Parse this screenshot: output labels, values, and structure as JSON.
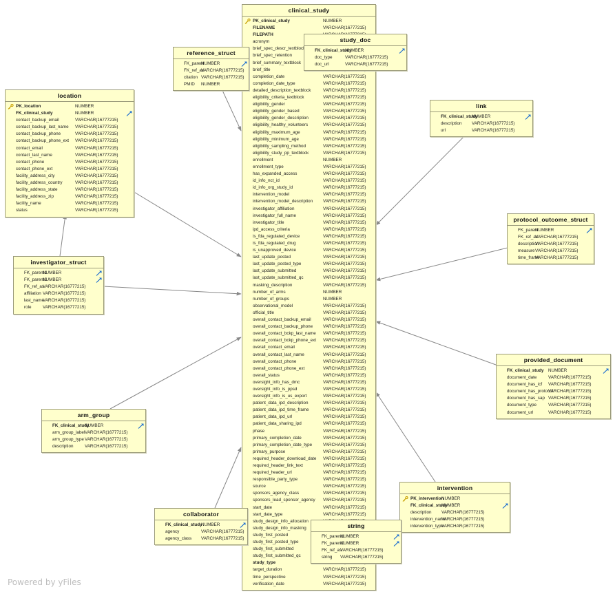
{
  "watermark": "Powered by yFiles",
  "colors": {
    "table_fill": "#ffffcc",
    "table_border": "#9a9a7a",
    "edge": "#888888",
    "link_icon": "#1f6fd0",
    "key_icon": "#c8a000"
  },
  "tables": {
    "clinical_study": {
      "title": "clinical_study",
      "rows": [
        {
          "name": "PK_clinical_study",
          "type": "NUMBER",
          "pk": true
        },
        {
          "name": "FILENAME",
          "type": "VARCHAR(16777215)",
          "bold": true
        },
        {
          "name": "FILEPATH",
          "type": "VARCHAR(16777215)",
          "bold": true
        },
        {
          "name": "acronym",
          "type": "VARCHAR(16777215)"
        },
        {
          "name": "brief_spec_descr_textblock",
          "type": "VARCHAR(16777215)"
        },
        {
          "name": "brief_spec_retention",
          "type": "VARCHAR(16777215)"
        },
        {
          "name": "brief_summary_textblock",
          "type": "VARCHAR(16777215)"
        },
        {
          "name": "brief_title",
          "type": "VARCHAR(16777215)"
        },
        {
          "name": "completion_date",
          "type": "VARCHAR(16777215)"
        },
        {
          "name": "completion_date_type",
          "type": "VARCHAR(16777215)"
        },
        {
          "name": "detailed_description_textblock",
          "type": "VARCHAR(16777215)"
        },
        {
          "name": "eligibility_criteria_textblock",
          "type": "VARCHAR(16777215)"
        },
        {
          "name": "eligibility_gender",
          "type": "VARCHAR(16777215)"
        },
        {
          "name": "eligibility_gender_based",
          "type": "VARCHAR(16777215)"
        },
        {
          "name": "eligibility_gender_description",
          "type": "VARCHAR(16777215)"
        },
        {
          "name": "eligibility_healthy_volunteers",
          "type": "VARCHAR(16777215)"
        },
        {
          "name": "eligibility_maximum_age",
          "type": "VARCHAR(16777215)"
        },
        {
          "name": "eligibility_minimum_age",
          "type": "VARCHAR(16777215)"
        },
        {
          "name": "eligibility_sampling_method",
          "type": "VARCHAR(16777215)"
        },
        {
          "name": "eligibility_study_pp_textblock",
          "type": "VARCHAR(16777215)"
        },
        {
          "name": "enrollment",
          "type": "NUMBER"
        },
        {
          "name": "enrollment_type",
          "type": "VARCHAR(16777215)"
        },
        {
          "name": "has_expanded_access",
          "type": "VARCHAR(16777215)"
        },
        {
          "name": "id_info_nct_id",
          "type": "VARCHAR(16777215)"
        },
        {
          "name": "id_info_org_study_id",
          "type": "VARCHAR(16777215)"
        },
        {
          "name": "intervention_model",
          "type": "VARCHAR(16777215)"
        },
        {
          "name": "intervention_model_description",
          "type": "VARCHAR(16777215)"
        },
        {
          "name": "investigator_affiliation",
          "type": "VARCHAR(16777215)"
        },
        {
          "name": "investigator_full_name",
          "type": "VARCHAR(16777215)"
        },
        {
          "name": "investigator_title",
          "type": "VARCHAR(16777215)"
        },
        {
          "name": "ipd_access_criteria",
          "type": "VARCHAR(16777215)"
        },
        {
          "name": "is_fda_regulated_device",
          "type": "VARCHAR(16777215)"
        },
        {
          "name": "is_fda_regulated_drug",
          "type": "VARCHAR(16777215)"
        },
        {
          "name": "is_unapproved_device",
          "type": "VARCHAR(16777215)"
        },
        {
          "name": "last_update_posted",
          "type": "VARCHAR(16777215)"
        },
        {
          "name": "last_update_posted_type",
          "type": "VARCHAR(16777215)"
        },
        {
          "name": "last_update_submitted",
          "type": "VARCHAR(16777215)"
        },
        {
          "name": "last_update_submitted_qc",
          "type": "VARCHAR(16777215)"
        },
        {
          "name": "masking_description",
          "type": "VARCHAR(16777215)"
        },
        {
          "name": "number_of_arms",
          "type": "NUMBER"
        },
        {
          "name": "number_of_groups",
          "type": "NUMBER"
        },
        {
          "name": "observational_model",
          "type": "VARCHAR(16777215)"
        },
        {
          "name": "official_title",
          "type": "VARCHAR(16777215)"
        },
        {
          "name": "overall_contact_backup_email",
          "type": "VARCHAR(16777215)"
        },
        {
          "name": "overall_contact_backup_phone",
          "type": "VARCHAR(16777215)"
        },
        {
          "name": "overall_contact_bckp_last_name",
          "type": "VARCHAR(16777215)"
        },
        {
          "name": "overall_contact_bckp_phone_ext",
          "type": "VARCHAR(16777215)"
        },
        {
          "name": "overall_contact_email",
          "type": "VARCHAR(16777215)"
        },
        {
          "name": "overall_contact_last_name",
          "type": "VARCHAR(16777215)"
        },
        {
          "name": "overall_contact_phone",
          "type": "VARCHAR(16777215)"
        },
        {
          "name": "overall_contact_phone_ext",
          "type": "VARCHAR(16777215)"
        },
        {
          "name": "overall_status",
          "type": "VARCHAR(16777215)"
        },
        {
          "name": "oversight_info_has_dmc",
          "type": "VARCHAR(16777215)"
        },
        {
          "name": "oversight_info_is_ppsd",
          "type": "VARCHAR(16777215)"
        },
        {
          "name": "oversight_info_is_us_export",
          "type": "VARCHAR(16777215)"
        },
        {
          "name": "patient_data_ipd_description",
          "type": "VARCHAR(16777215)"
        },
        {
          "name": "patient_data_ipd_time_frame",
          "type": "VARCHAR(16777215)"
        },
        {
          "name": "patient_data_ipd_url",
          "type": "VARCHAR(16777215)"
        },
        {
          "name": "patient_data_sharing_ipd",
          "type": "VARCHAR(16777215)"
        },
        {
          "name": "phase",
          "type": "VARCHAR(16777215)"
        },
        {
          "name": "primary_completion_date",
          "type": "VARCHAR(16777215)"
        },
        {
          "name": "primary_completion_date_type",
          "type": "VARCHAR(16777215)"
        },
        {
          "name": "primary_purpose",
          "type": "VARCHAR(16777215)"
        },
        {
          "name": "required_header_download_date",
          "type": "VARCHAR(16777215)"
        },
        {
          "name": "required_header_link_text",
          "type": "VARCHAR(16777215)"
        },
        {
          "name": "required_header_url",
          "type": "VARCHAR(16777215)"
        },
        {
          "name": "responsible_party_type",
          "type": "VARCHAR(16777215)"
        },
        {
          "name": "source",
          "type": "VARCHAR(16777215)"
        },
        {
          "name": "sponsors_agency_class",
          "type": "VARCHAR(16777215)"
        },
        {
          "name": "sponsors_lead_sponsor_agency",
          "type": "VARCHAR(16777215)"
        },
        {
          "name": "start_date",
          "type": "VARCHAR(16777215)"
        },
        {
          "name": "start_date_type",
          "type": "VARCHAR(16777215)"
        },
        {
          "name": "study_design_info_allocation",
          "type": "VARCHAR(16777215)"
        },
        {
          "name": "study_design_info_masking",
          "type": "VARCHAR(16777215)"
        },
        {
          "name": "study_first_posted",
          "type": "VARCHAR(16777215)"
        },
        {
          "name": "study_first_posted_type",
          "type": "VARCHAR(16777215)"
        },
        {
          "name": "study_first_submitted",
          "type": "VARCHAR(16777215)"
        },
        {
          "name": "study_first_submitted_qc",
          "type": "VARCHAR(16777215)"
        },
        {
          "name": "study_type",
          "type": "VARCHAR(16777215)",
          "bold": true
        },
        {
          "name": "target_duration",
          "type": "VARCHAR(16777215)"
        },
        {
          "name": "time_perspective",
          "type": "VARCHAR(16777215)"
        },
        {
          "name": "verification_date",
          "type": "VARCHAR(16777215)"
        }
      ]
    },
    "reference_struct": {
      "title": "reference_struct",
      "rows": [
        {
          "name": "FK_parent",
          "type": "NUMBER",
          "fk": true
        },
        {
          "name": "FK_ref_as",
          "type": "VARCHAR(16777215)"
        },
        {
          "name": "citation",
          "type": "VARCHAR(16777215)"
        },
        {
          "name": "PMID",
          "type": "NUMBER"
        }
      ]
    },
    "study_doc": {
      "title": "study_doc",
      "rows": [
        {
          "name": "FK_clinical_study",
          "type": "NUMBER",
          "fk": true,
          "bold": true
        },
        {
          "name": "doc_type",
          "type": "VARCHAR(16777215)"
        },
        {
          "name": "doc_url",
          "type": "VARCHAR(16777215)"
        }
      ]
    },
    "location": {
      "title": "location",
      "rows": [
        {
          "name": "PK_location",
          "type": "NUMBER",
          "pk": true
        },
        {
          "name": "FK_clinical_study",
          "type": "NUMBER",
          "fk": true,
          "bold": true
        },
        {
          "name": "contact_backup_email",
          "type": "VARCHAR(16777215)"
        },
        {
          "name": "contact_backup_last_name",
          "type": "VARCHAR(16777215)"
        },
        {
          "name": "contact_backup_phone",
          "type": "VARCHAR(16777215)"
        },
        {
          "name": "contact_backup_phone_ext",
          "type": "VARCHAR(16777215)"
        },
        {
          "name": "contact_email",
          "type": "VARCHAR(16777215)"
        },
        {
          "name": "contact_last_name",
          "type": "VARCHAR(16777215)"
        },
        {
          "name": "contact_phone",
          "type": "VARCHAR(16777215)"
        },
        {
          "name": "contact_phone_ext",
          "type": "VARCHAR(16777215)"
        },
        {
          "name": "facility_address_city",
          "type": "VARCHAR(16777215)"
        },
        {
          "name": "facility_address_country",
          "type": "VARCHAR(16777215)"
        },
        {
          "name": "facility_address_state",
          "type": "VARCHAR(16777215)"
        },
        {
          "name": "facility_address_zip",
          "type": "VARCHAR(16777215)"
        },
        {
          "name": "facility_name",
          "type": "VARCHAR(16777215)"
        },
        {
          "name": "status",
          "type": "VARCHAR(16777215)"
        }
      ]
    },
    "link": {
      "title": "link",
      "rows": [
        {
          "name": "FK_clinical_study",
          "type": "NUMBER",
          "fk": true,
          "bold": true
        },
        {
          "name": "description",
          "type": "VARCHAR(16777215)"
        },
        {
          "name": "url",
          "type": "VARCHAR(16777215)"
        }
      ]
    },
    "protocol_outcome_struct": {
      "title": "protocol_outcome_struct",
      "rows": [
        {
          "name": "FK_parent",
          "type": "NUMBER",
          "fk": true
        },
        {
          "name": "FK_ref_as",
          "type": "VARCHAR(16777215)"
        },
        {
          "name": "description",
          "type": "VARCHAR(16777215)"
        },
        {
          "name": "measure",
          "type": "VARCHAR(16777215)"
        },
        {
          "name": "time_frame",
          "type": "VARCHAR(16777215)"
        }
      ]
    },
    "investigator_struct": {
      "title": "investigator_struct",
      "rows": [
        {
          "name": "FK_parent1",
          "type": "NUMBER",
          "fk": true
        },
        {
          "name": "FK_parent2",
          "type": "NUMBER",
          "fk": true
        },
        {
          "name": "FK_ref_as",
          "type": "VARCHAR(16777215)"
        },
        {
          "name": "affiliation",
          "type": "VARCHAR(16777215)"
        },
        {
          "name": "last_name",
          "type": "VARCHAR(16777215)"
        },
        {
          "name": "role",
          "type": "VARCHAR(16777215)"
        }
      ]
    },
    "provided_document": {
      "title": "provided_document",
      "rows": [
        {
          "name": "FK_clinical_study",
          "type": "NUMBER",
          "fk": true,
          "bold": true
        },
        {
          "name": "document_date",
          "type": "VARCHAR(16777215)"
        },
        {
          "name": "document_has_icf",
          "type": "VARCHAR(16777215)"
        },
        {
          "name": "document_has_protocol",
          "type": "VARCHAR(16777215)"
        },
        {
          "name": "document_has_sap",
          "type": "VARCHAR(16777215)"
        },
        {
          "name": "document_type",
          "type": "VARCHAR(16777215)"
        },
        {
          "name": "document_url",
          "type": "VARCHAR(16777215)"
        }
      ]
    },
    "arm_group": {
      "title": "arm_group",
      "rows": [
        {
          "name": "FK_clinical_study",
          "type": "NUMBER",
          "fk": true,
          "bold": true
        },
        {
          "name": "arm_group_label",
          "type": "VARCHAR(16777215)"
        },
        {
          "name": "arm_group_type",
          "type": "VARCHAR(16777215)"
        },
        {
          "name": "description",
          "type": "VARCHAR(16777215)"
        }
      ]
    },
    "intervention": {
      "title": "intervention",
      "rows": [
        {
          "name": "PK_intervention",
          "type": "NUMBER",
          "pk": true
        },
        {
          "name": "FK_clinical_study",
          "type": "NUMBER",
          "fk": true,
          "bold": true
        },
        {
          "name": "description",
          "type": "VARCHAR(16777215)"
        },
        {
          "name": "intervention_name",
          "type": "VARCHAR(16777215)"
        },
        {
          "name": "intervention_type",
          "type": "VARCHAR(16777215)"
        }
      ]
    },
    "collaborator": {
      "title": "collaborator",
      "rows": [
        {
          "name": "FK_clinical_study",
          "type": "NUMBER",
          "fk": true,
          "bold": true
        },
        {
          "name": "agency",
          "type": "VARCHAR(16777215)"
        },
        {
          "name": "agency_class",
          "type": "VARCHAR(16777215)"
        }
      ]
    },
    "string": {
      "title": "string",
      "rows": [
        {
          "name": "FK_parent1",
          "type": "NUMBER",
          "fk": true
        },
        {
          "name": "FK_parent2",
          "type": "NUMBER",
          "fk": true
        },
        {
          "name": "FK_ref_as",
          "type": "VARCHAR(16777215)"
        },
        {
          "name": "string",
          "type": "VARCHAR(16777215)"
        }
      ]
    }
  }
}
